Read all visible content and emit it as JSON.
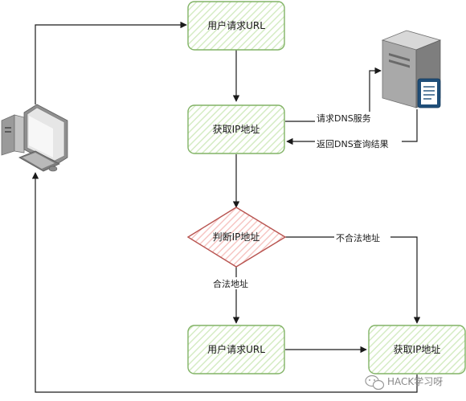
{
  "nodes": {
    "request_url_top": "用户请求URL",
    "get_ip_top": "获取IP地址",
    "judge_ip": "判断IP地址",
    "request_url_bottom": "用户请求URL",
    "get_ip_bottom": "获取IP地址"
  },
  "edges": {
    "request_dns": "请求DNS服务",
    "return_dns": "返回DNS查询结果",
    "illegal": "不合法地址",
    "legal": "合法地址"
  },
  "icons": {
    "client": "desktop-computer-icon",
    "server": "dns-server-icon",
    "watermark": "wechat-icon"
  },
  "watermark": "HACK学习呀",
  "colors": {
    "node_fill": "#e4f3d9",
    "node_stroke": "#82b366",
    "decision_fill": "#f8cecc",
    "decision_stroke": "#b85450",
    "edge": "#1a1a1a"
  }
}
